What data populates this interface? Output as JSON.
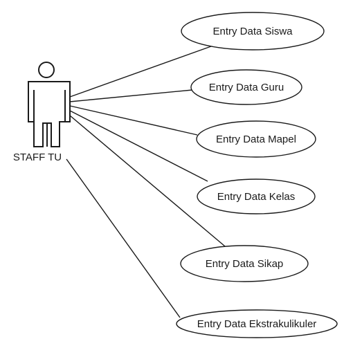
{
  "actor": {
    "name": "STAFF TU"
  },
  "use_cases": [
    {
      "label": "Entry Data Siswa"
    },
    {
      "label": "Entry Data Guru"
    },
    {
      "label": "Entry Data Mapel"
    },
    {
      "label": "Entry Data Kelas"
    },
    {
      "label": "Entry Data Sikap"
    },
    {
      "label": "Entry Data Ekstrakulikuler"
    }
  ]
}
